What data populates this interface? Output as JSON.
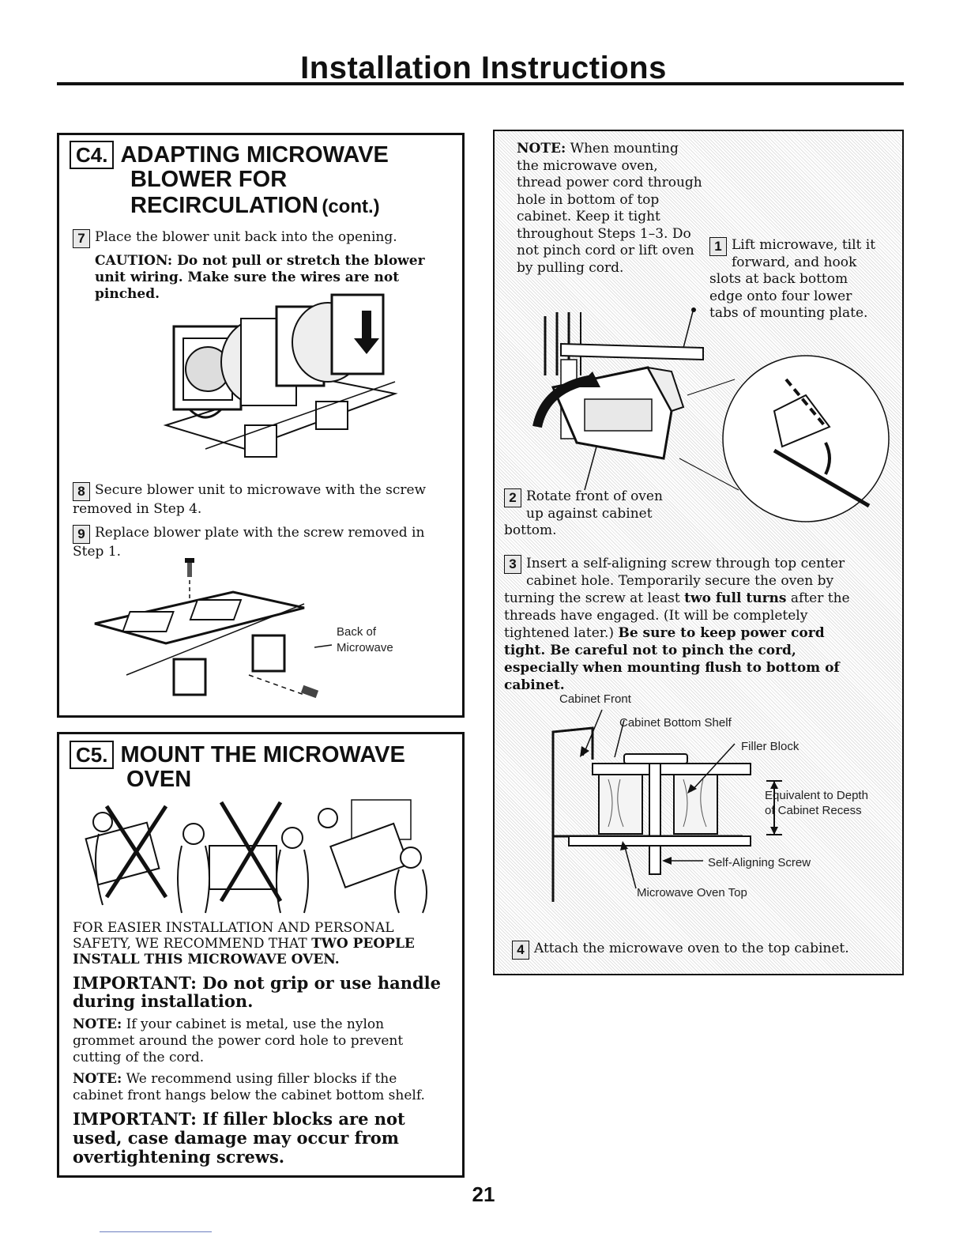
{
  "header": {
    "title": "Installation Instructions"
  },
  "c4": {
    "badge": "C4.",
    "title_line1": "ADAPTING MICROWAVE",
    "title_line2": "BLOWER FOR",
    "title_line3": "RECIRCULATION",
    "title_cont": "(cont.)",
    "step7_num": "7",
    "step7_text": "Place the blower unit back into the opening.",
    "caution": "CAUTION: Do not pull or stretch the blower unit wiring. Make sure the wires are not pinched.",
    "step8_num": "8",
    "step8_text": "Secure blower unit to microwave with the screw removed in Step 4.",
    "step9_num": "9",
    "step9_text": "Replace blower plate with the screw removed in Step 1.",
    "label_back_of": "Back of",
    "label_microwave": "Microwave"
  },
  "c5": {
    "badge": "C5.",
    "title_line1": "MOUNT THE MICROWAVE",
    "title_line2": "OVEN",
    "para1_plain": "FOR EASIER INSTALLATION AND PERSONAL SAFETY, WE RECOMMEND THAT ",
    "para1_bold": "TWO PEOPLE INSTALL THIS MICROWAVE OVEN.",
    "important1": "IMPORTANT: Do not grip or use handle during installation.",
    "note1_label": "NOTE:",
    "note1_text": " If your cabinet is metal, use the nylon grommet around the power cord hole to prevent cutting of the cord.",
    "note2_label": "NOTE:",
    "note2_text": " We recommend using filler blocks if the cabinet front hangs below the cabinet bottom shelf.",
    "important2": "IMPORTANT: If filler blocks are not used, case damage may occur from overtightening screws."
  },
  "right": {
    "note_label": "NOTE:",
    "note_text": " When mounting the microwave oven, thread power cord through hole in bottom of top cabinet. Keep it tight throughout Steps 1–3. Do not pinch cord or lift oven by pulling cord.",
    "step1_num": "1",
    "step1_text": "Lift microwave, tilt it forward, and hook slots at back bottom edge onto four lower tabs of mounting plate.",
    "step2_num": "2",
    "step2_text": "Rotate front of oven up against cabinet bottom.",
    "step3_num": "3",
    "step3_a": "Insert a self-aligning screw through top center cabinet hole. Temporarily secure the oven by turning the screw at least ",
    "step3_b": "two full turns",
    "step3_c": " after the threads have engaged. (It will be completely tightened later.) ",
    "step3_d": "Be sure to keep power cord tight. Be careful not to pinch the cord, especially when mounting flush to bottom of cabinet.",
    "label_cabinet_front": "Cabinet Front",
    "label_cabinet_bottom_shelf": "Cabinet Bottom Shelf",
    "label_filler_block": "Filler Block",
    "label_equiv_1": "Equivalent to Depth",
    "label_equiv_2": "of Cabinet Recess",
    "label_self_aligning": "Self-Aligning Screw",
    "label_oven_top": "Microwave Oven Top",
    "step4_num": "4",
    "step4_text": "Attach the microwave oven to the top cabinet."
  },
  "footer": {
    "page_number": "21"
  }
}
